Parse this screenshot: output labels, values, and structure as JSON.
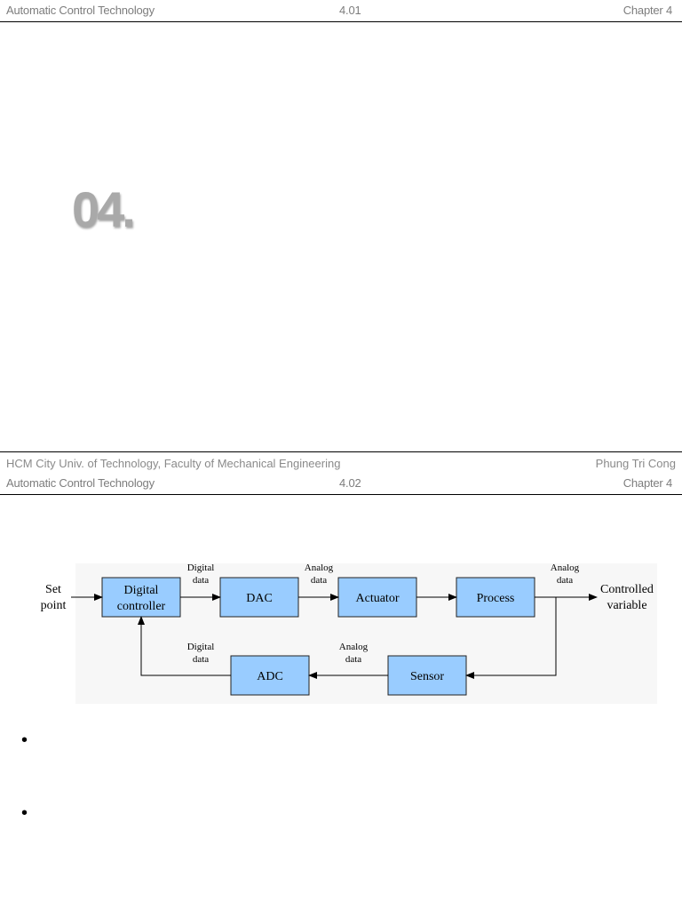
{
  "slide1": {
    "header": {
      "left": "Automatic Control Technology",
      "center": "4.01",
      "right": "Chapter 4"
    },
    "section_number": "04.",
    "footer": {
      "left": "HCM City Univ. of Technology, Faculty of Mechanical Engineering",
      "right": "Phung Tri Cong"
    }
  },
  "slide2": {
    "header": {
      "left": "Automatic Control Technology",
      "center": "4.02",
      "right": "Chapter 4"
    },
    "diagram": {
      "blocks": {
        "digital_controller": [
          "Digital",
          "controller"
        ],
        "dac": "DAC",
        "actuator": "Actuator",
        "process": "Process",
        "sensor": "Sensor",
        "adc": "ADC"
      },
      "input": [
        "Set",
        "point"
      ],
      "output": [
        "Controlled",
        "variable"
      ],
      "signal_labels": {
        "controller_to_dac": [
          "Digital",
          "data"
        ],
        "dac_to_actuator": [
          "Analog",
          "data"
        ],
        "process_output": [
          "Analog",
          "data"
        ],
        "sensor_to_adc": [
          "Analog",
          "data"
        ],
        "adc_to_controller": [
          "Digital",
          "data"
        ]
      },
      "block_color": "#99ccff"
    },
    "bullets": [
      "",
      ""
    ]
  }
}
